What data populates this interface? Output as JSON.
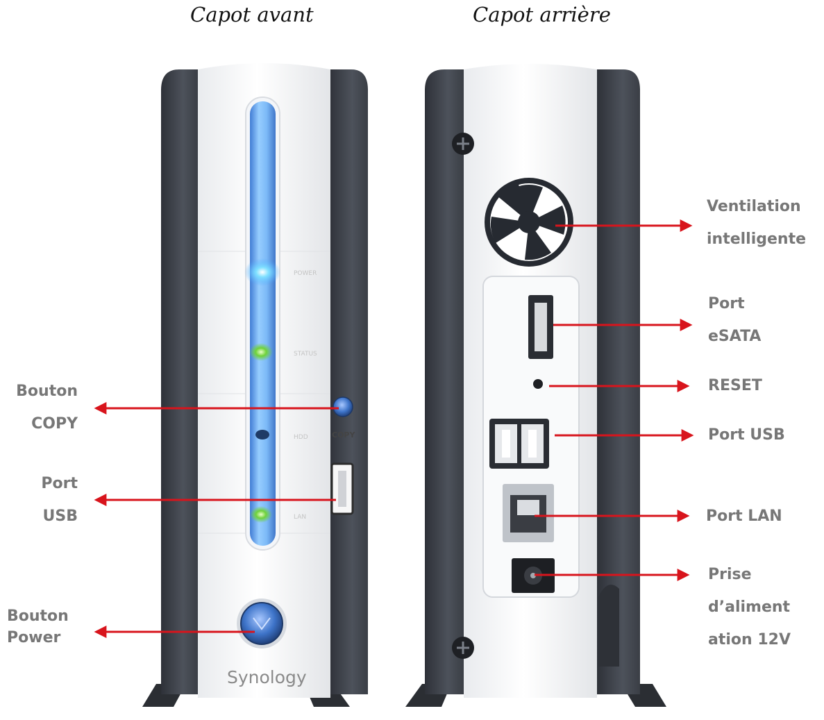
{
  "headings": {
    "front": "Capot avant",
    "rear": "Capot arrière"
  },
  "front_labels": {
    "copy_button": [
      "Bouton",
      "COPY"
    ],
    "usb_port": [
      "Port",
      "USB"
    ],
    "power_button": [
      "Bouton",
      "Power"
    ]
  },
  "rear_labels": {
    "fan": [
      "Ventilation",
      "intelligente"
    ],
    "esata": [
      "Port",
      "eSATA"
    ],
    "reset": [
      "RESET"
    ],
    "usb": [
      "Port USB"
    ],
    "lan": [
      "Port LAN"
    ],
    "power_jack": [
      "Prise",
      "d’aliment",
      "ation 12V"
    ]
  },
  "device": {
    "brand": "Synology",
    "front_copy_text": "COPY",
    "led_labels": [
      "POWER",
      "STATUS",
      "HDD",
      "LAN"
    ]
  },
  "colors": {
    "arrow": "#d8141c",
    "label": "#777777",
    "led_blue": "#4aa6ff",
    "led_green": "#6fd23a"
  }
}
